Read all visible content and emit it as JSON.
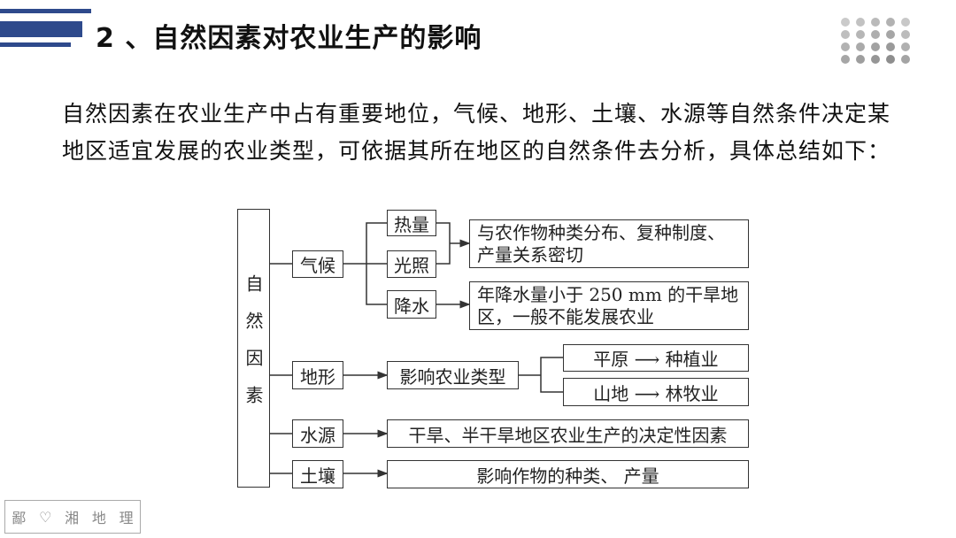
{
  "title": "2 、自然因素对农业生产的影响",
  "intro": "自然因素在农业生产中占有重要地位，气候、地形、土壤、水源等自然条件决定某地区适宜发展的农业类型，可依据其所在地区的自然条件去分析，具体总结如下：",
  "diagram": {
    "root": "自然因素",
    "climate": "气候",
    "heat": "热量",
    "light": "光照",
    "precip": "降水",
    "heat_light_effect": "与农作物种类分布、复种制度、 产量关系密切",
    "precip_effect": "年降水量小于 250 mm 的干旱地区，一般不能发展农业",
    "terrain": "地形",
    "terrain_effect": "影响农业类型",
    "plain": "平原 ⟶ 种植业",
    "mountain": "山地 ⟶ 林牧业",
    "water": "水源",
    "water_effect": "干旱、半干旱地区农业生产的决定性因素",
    "soil": "土壤",
    "soil_effect": "影响作物的种类、 产量"
  },
  "logo_text": "鄙 ♡ 湘 地 理",
  "colors": {
    "accent": "#2e4a8c"
  }
}
